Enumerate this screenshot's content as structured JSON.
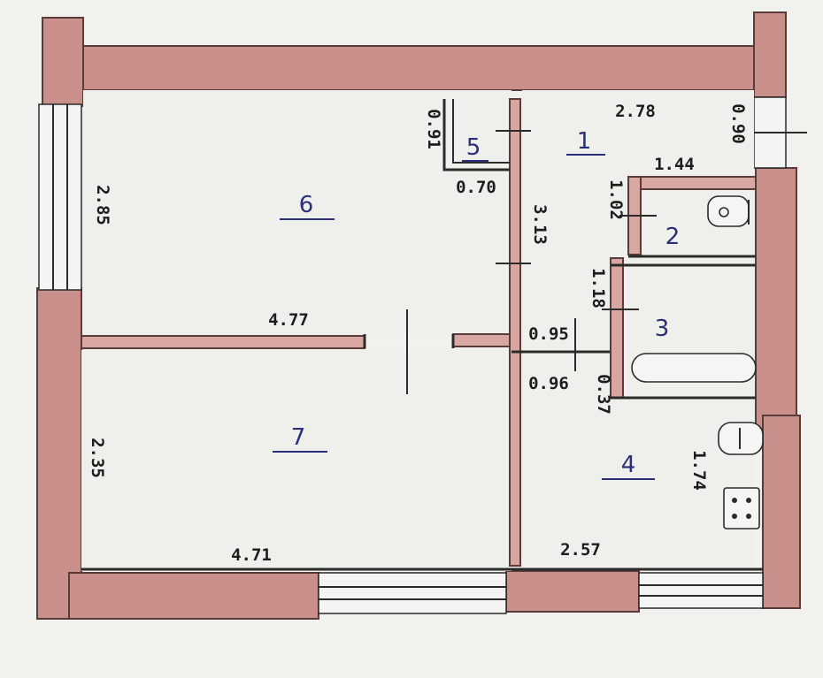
{
  "dimensions": {
    "room6_height": "2.85",
    "room6_width": "4.77",
    "room5_height": "0.91",
    "room5_width": "0.70",
    "partition_length": "3.13",
    "room1_width": "2.78",
    "entrance_width": "0.90",
    "room2_width": "1.44",
    "room2_height": "1.02",
    "room3_height": "1.18",
    "door_width_a": "0.95",
    "door_width_b": "0.96",
    "door_offset": "0.37",
    "room7_height": "2.35",
    "room7_width": "4.71",
    "room4_width": "2.57",
    "room4_height": "1.74"
  },
  "rooms": {
    "r1": "1",
    "r2": "2",
    "r3": "3",
    "r4": "4",
    "r5": "5",
    "r6": "6",
    "r7": "7"
  }
}
